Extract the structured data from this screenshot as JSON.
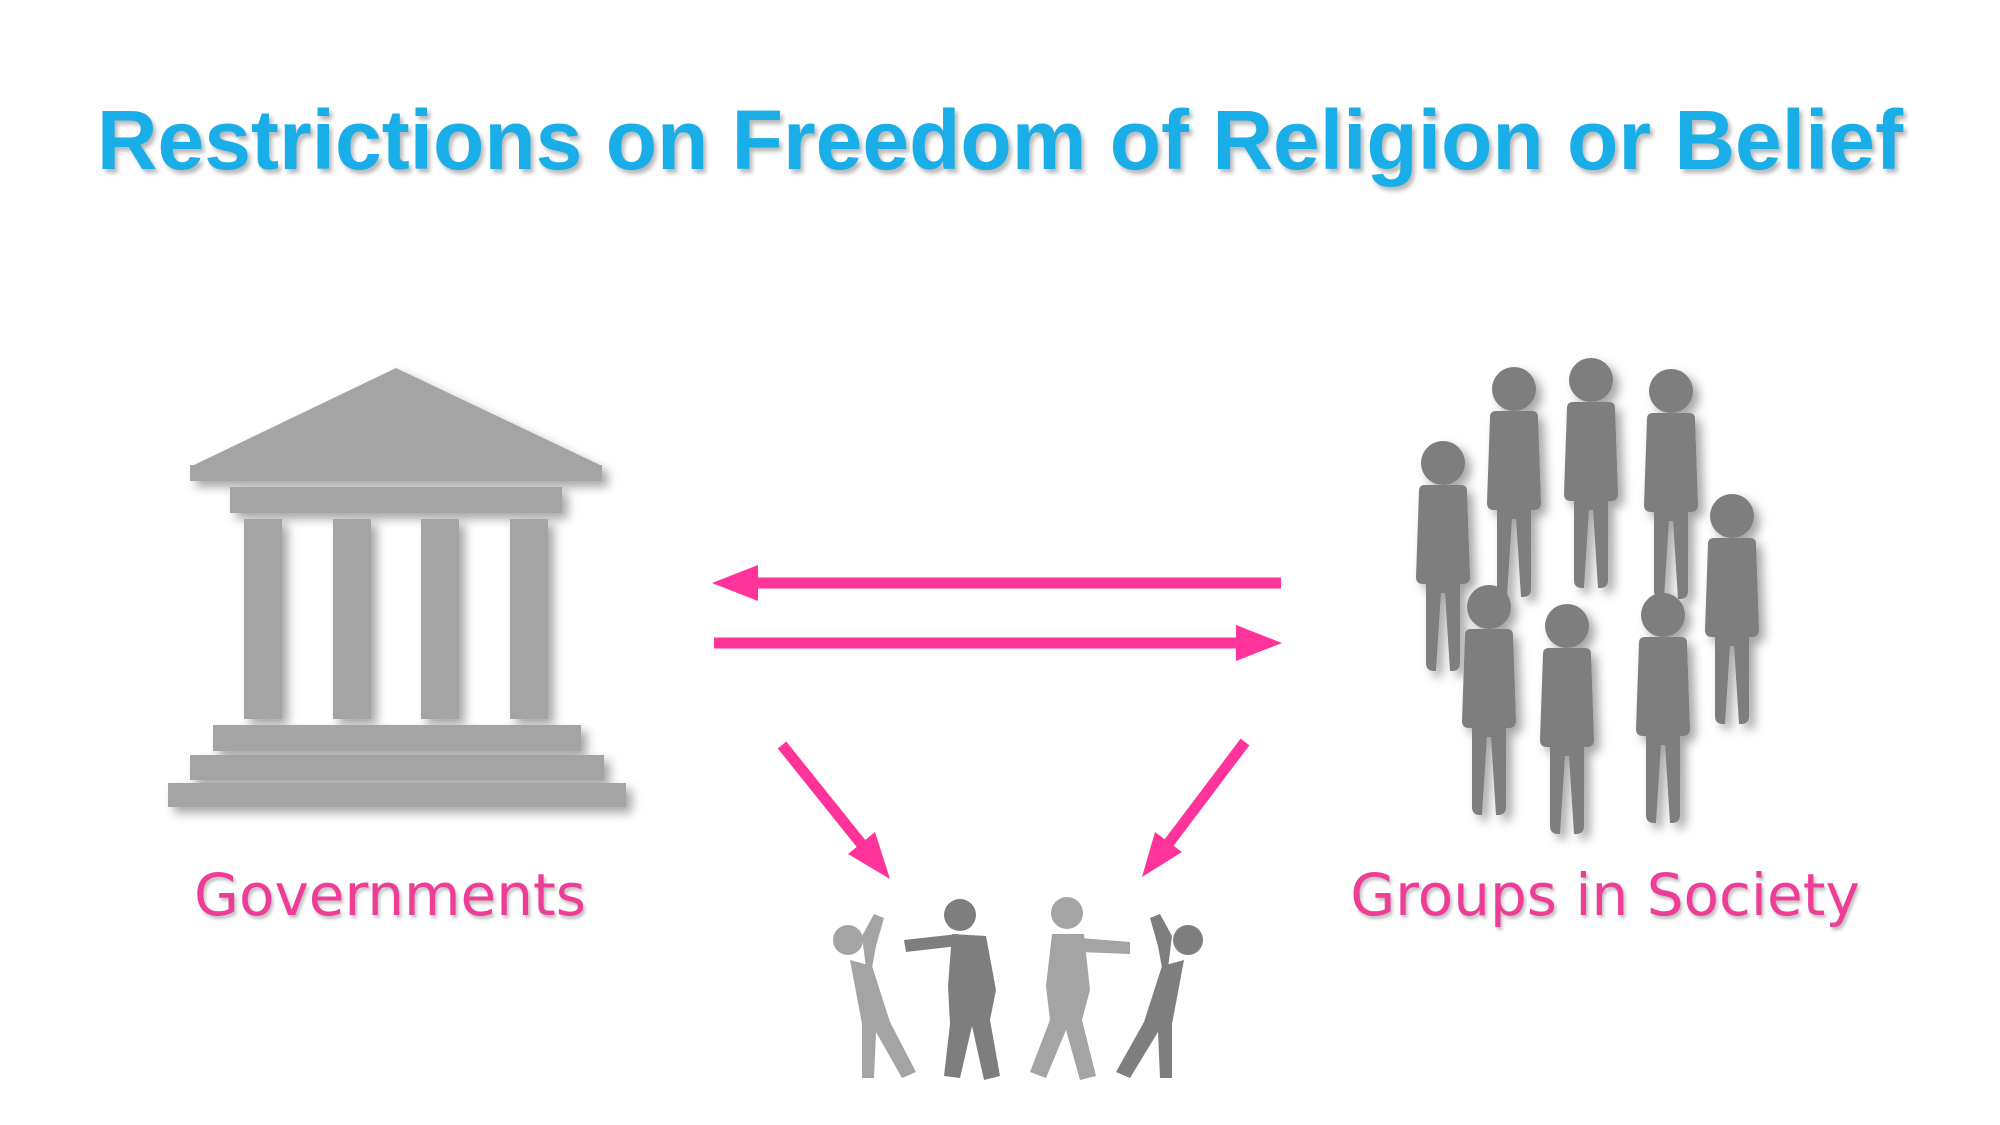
{
  "title": "Restrictions on Freedom of Religion or Belief",
  "nodes": {
    "governments": {
      "label": "Governments",
      "icon": "government-building-icon"
    },
    "groups": {
      "label": "Groups in Society",
      "icon": "crowd-people-icon"
    },
    "conflict": {
      "icon": "fighting-people-icon"
    }
  },
  "colors": {
    "title": "#1aaee8",
    "label": "#ee3d96",
    "arrow": "#ff3399",
    "icon_light": "#a4a4a4",
    "icon_dark": "#7e7e7e"
  }
}
